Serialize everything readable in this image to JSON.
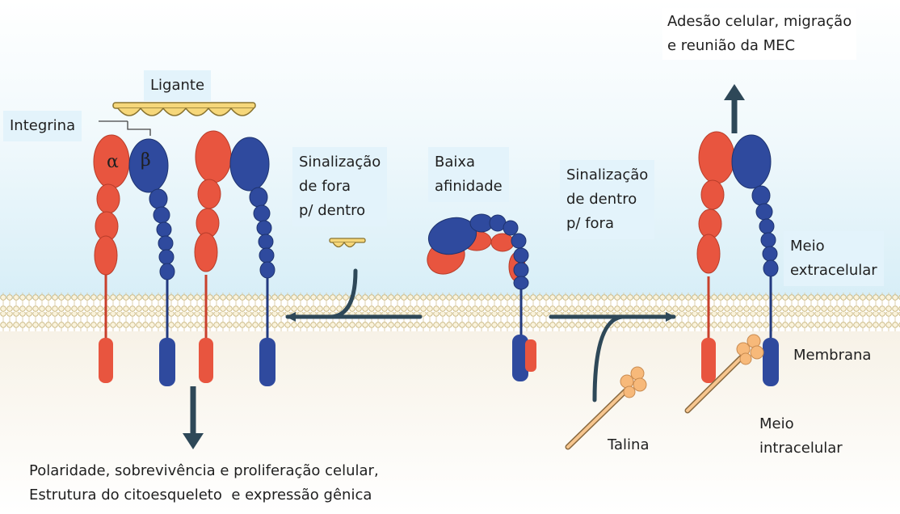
{
  "labels": {
    "ligante": "Ligante",
    "integrina": "Integrina",
    "alpha": "α",
    "beta": "β",
    "out_in": "Sinalização\nde fora\np/ dentro",
    "baixa": "Baixa\nafinidade",
    "in_out": "Sinalização\nde dentro\np/ fora",
    "adesao": "Adesão celular, migração\ne reunião da MEC",
    "meio_extra": "Meio\nextracelular",
    "membrana": "Membrana",
    "meio_intra": "Meio\nintracelular",
    "talina": "Talina",
    "polaridade": "Polaridade, sobrevivência e proliferação celular,\nEstrutura do citoesqueleto  e expressão gênica"
  },
  "colors": {
    "alpha_subunit": "#e8553f",
    "beta_subunit": "#2f4a9e",
    "ligand": "#f6d77a",
    "talin": "#f7b97a",
    "arrow": "#2e4858",
    "label_box": "#e3f3fb"
  }
}
